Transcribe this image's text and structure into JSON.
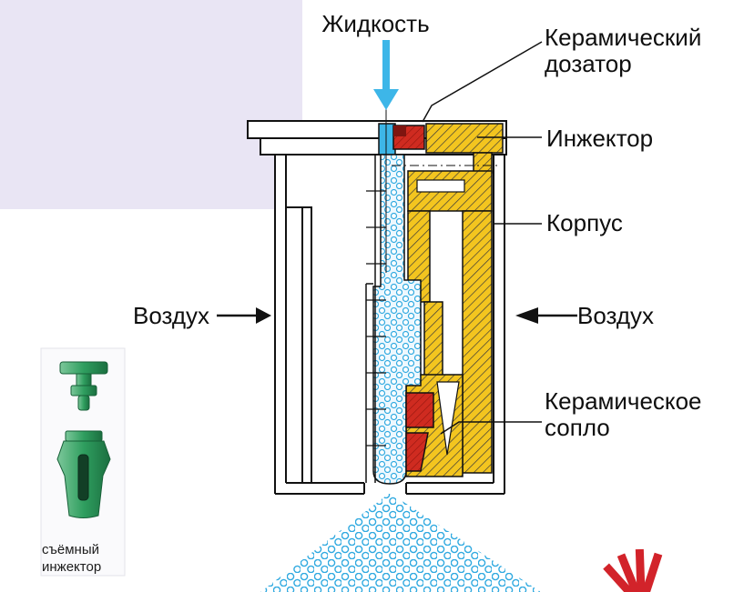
{
  "labels": {
    "liquid": "Жидкость",
    "ceramic_doser": [
      "Керамический",
      "дозатор"
    ],
    "injector": "Инжектор",
    "housing": "Корпус",
    "air_left": "Воздух",
    "air_right": "Воздух",
    "ceramic_nozzle": [
      "Керамическое",
      "сопло"
    ],
    "photo_caption": [
      "съёмный",
      "инжектор"
    ]
  },
  "colors": {
    "panel": "#e9e5f4",
    "liquid_blue": "#3db6e8",
    "body_yellow": "#f3c51f",
    "ceramic_red": "#cf2b20",
    "ceramic_red_dark": "#7e1510",
    "outline": "#111111",
    "green_part": "#2f9e5f",
    "logo_red": "#d2232a"
  }
}
